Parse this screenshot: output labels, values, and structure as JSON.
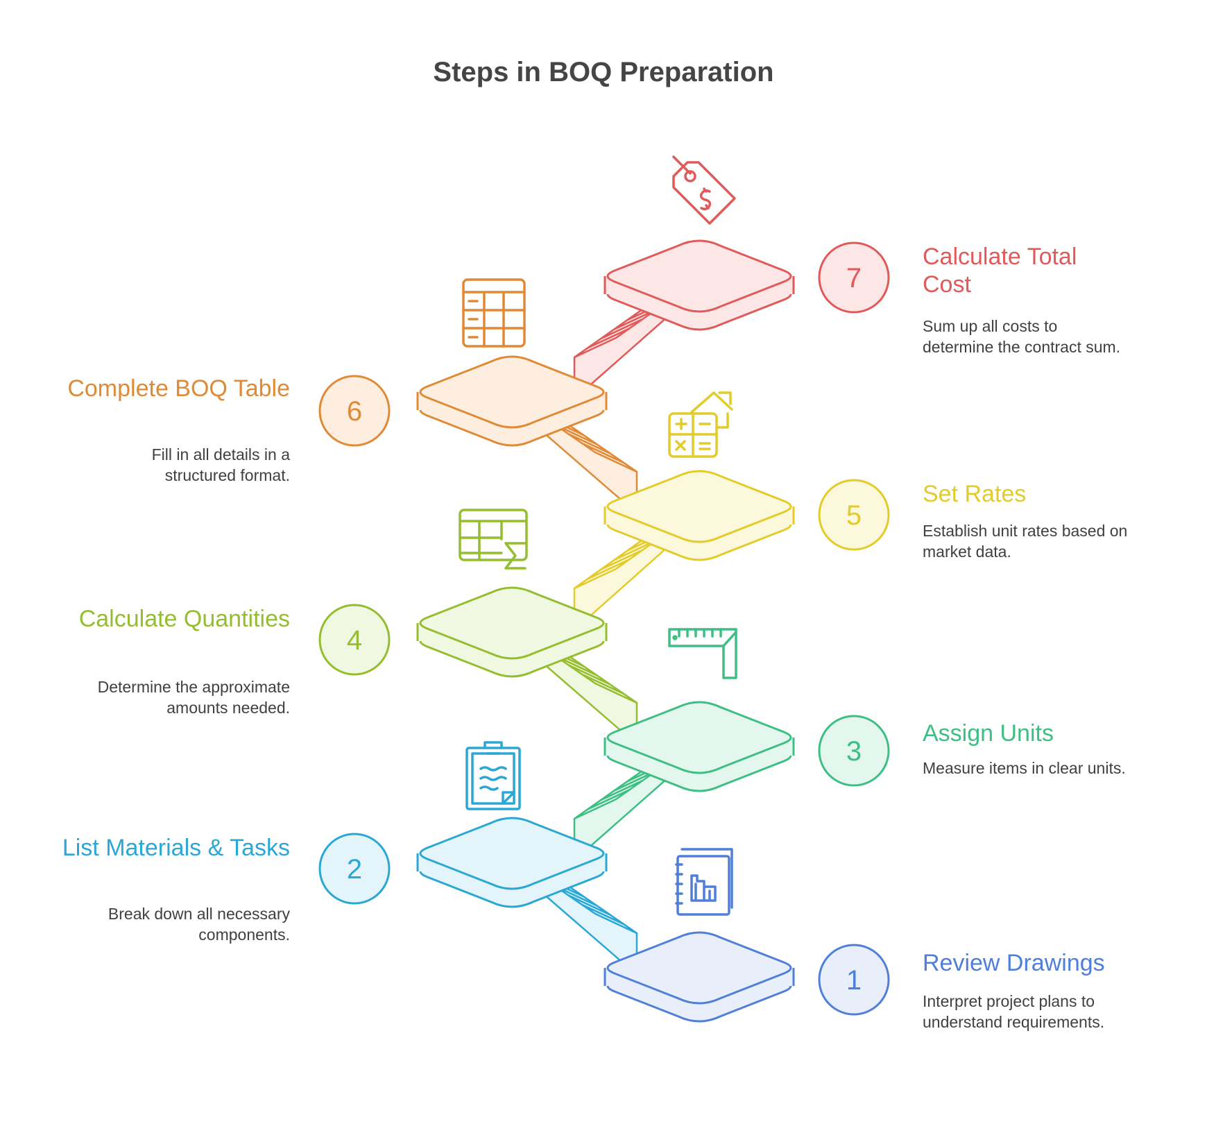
{
  "title": "Steps in BOQ Preparation",
  "steps": [
    {
      "number": "1",
      "title": "Review Drawings",
      "description": "Interpret project plans to understand requirements.",
      "color": "#4f7fd9",
      "fill": "#e8effb",
      "icon": "blueprint-book-icon"
    },
    {
      "number": "2",
      "title": "List Materials & Tasks",
      "description": "Break down all necessary components.",
      "color": "#2aa7d4",
      "fill": "#e3f5fb",
      "icon": "clipboard-icon"
    },
    {
      "number": "3",
      "title": "Assign Units",
      "description": "Measure items in clear units.",
      "color": "#3dbf83",
      "fill": "#e4f7ee",
      "icon": "ruler-icon"
    },
    {
      "number": "4",
      "title": "Calculate Quantities",
      "description": "Determine the approximate amounts needed.",
      "color": "#94bd2f",
      "fill": "#f1f8e1",
      "icon": "table-sum-icon"
    },
    {
      "number": "5",
      "title": "Set Rates",
      "description": "Establish unit rates based on market data.",
      "color": "#e3cb2a",
      "fill": "#fcf8dc",
      "icon": "calculator-house-icon"
    },
    {
      "number": "6",
      "title": "Complete BOQ Table",
      "description": "Fill in all details in a structured format.",
      "color": "#e08a36",
      "fill": "#fdeee0",
      "icon": "table-grid-icon"
    },
    {
      "number": "7",
      "title": "Calculate Total Cost",
      "description": "Sum up all costs to determine the contract sum.",
      "color": "#e05a5a",
      "fill": "#fde6e6",
      "icon": "price-tag-icon"
    }
  ]
}
